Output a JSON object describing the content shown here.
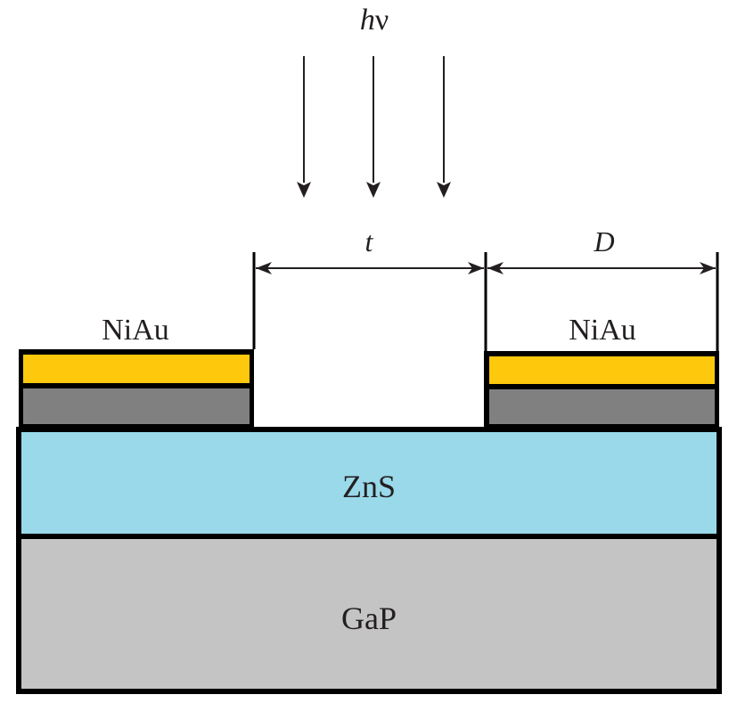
{
  "diagram": {
    "title": "Schematic cross-section of NiAu/ZnS/GaP photodetector structure",
    "illumination": {
      "label": "hν",
      "label_h": "h",
      "label_nu": "ν",
      "arrow_count": 3,
      "direction": "down"
    },
    "dimensions": {
      "gap_label": "t",
      "contact_width_label": "D"
    },
    "contacts": [
      {
        "name": "left-contact",
        "label": "NiAu",
        "top_layer_color": "#fec80d",
        "bottom_layer_color": "#808080"
      },
      {
        "name": "right-contact",
        "label": "NiAu",
        "top_layer_color": "#fec80d",
        "bottom_layer_color": "#808080"
      }
    ],
    "layers": [
      {
        "name": "ZnS",
        "label": "ZnS",
        "color": "#99d9ea"
      },
      {
        "name": "GaP",
        "label": "GaP",
        "color": "#c4c4c4"
      }
    ],
    "colors": {
      "outline": "#000000",
      "text": "#231f20",
      "arrow": "#231f20"
    }
  }
}
